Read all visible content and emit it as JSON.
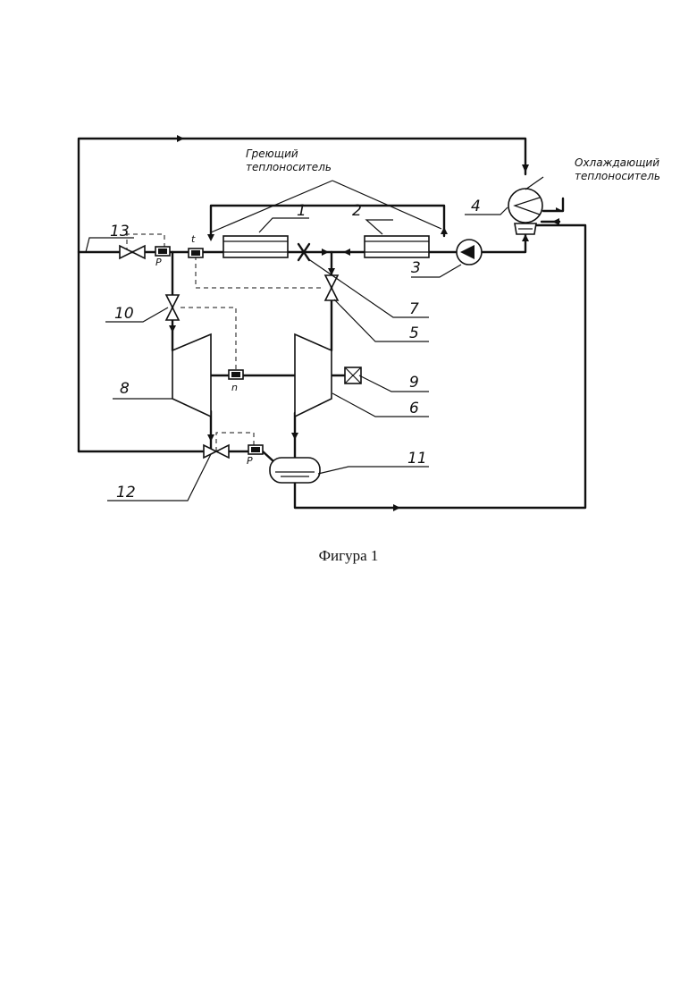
{
  "diagram": {
    "labels": {
      "heating_carrier": [
        "Греющий",
        "теплоноситель"
      ],
      "cooling_carrier": [
        "Охлаждающий",
        "теплоноситель"
      ],
      "pressure_sensor_1": "P",
      "pressure_sensor_2": "P",
      "temperature_sensor": "t",
      "speed_sensor": "n"
    },
    "numbers": {
      "n1": "1",
      "n2": "2",
      "n3": "3",
      "n4": "4",
      "n5": "5",
      "n6": "6",
      "n7": "7",
      "n8": "8",
      "n9": "9",
      "n10": "10",
      "n11": "11",
      "n12": "12",
      "n13": "13"
    }
  },
  "caption": "Фигура 1"
}
